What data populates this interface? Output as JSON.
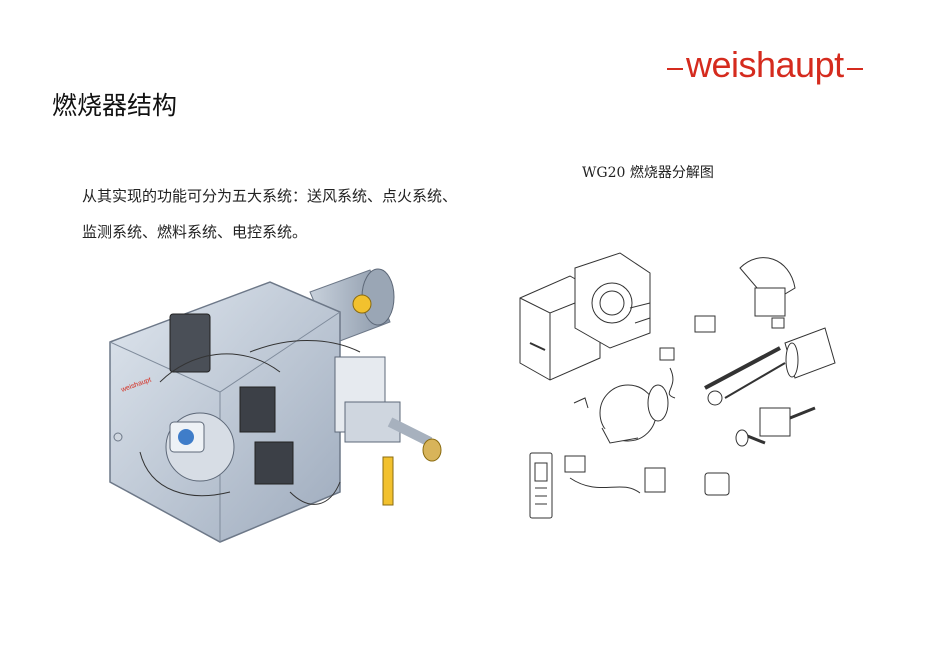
{
  "brand": {
    "name": "weishaupt",
    "color": "#d52b1e"
  },
  "page": {
    "title": "燃烧器结构"
  },
  "intro": {
    "line1": "从其实现的功能可分为五大系统：送风系统、点火系统、",
    "line2": "监测系统、燃料系统、电控系统。"
  },
  "figure_right": {
    "caption": "WG20 燃烧器分解图"
  },
  "colors": {
    "housing": "#b9c4d2",
    "accent_yellow": "#f2c12e",
    "line": "#333333"
  }
}
